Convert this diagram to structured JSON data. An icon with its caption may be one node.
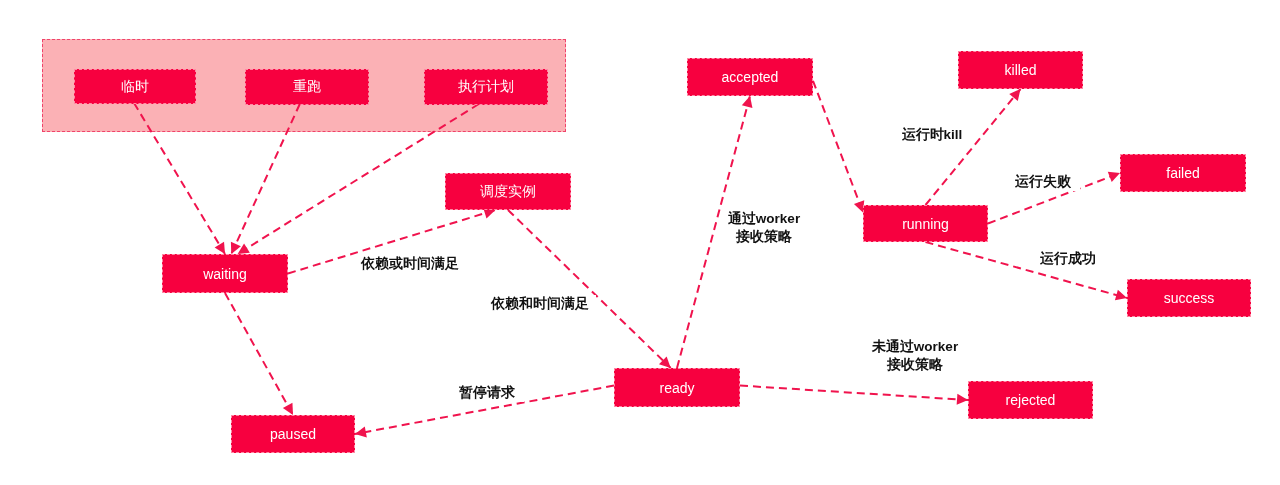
{
  "diagram": {
    "nodes": [
      {
        "text": [],
        "shape": "box"
      },
      {
        "text": [
          "临时"
        ],
        "in": 0
      },
      {
        "text": [
          "重跑"
        ],
        "in": 0
      },
      {
        "text": [
          "执行计划"
        ],
        "in": 0
      },
      {
        "text": [
          "调度实例"
        ]
      },
      {
        "text": [
          "waiting"
        ]
      },
      {
        "text": [
          "accepted"
        ]
      },
      {
        "text": [
          "killed"
        ]
      },
      {
        "text": [
          "failed"
        ]
      },
      {
        "text": [
          "running"
        ]
      },
      {
        "text": [
          "success"
        ]
      },
      {
        "text": [
          "ready"
        ]
      },
      {
        "text": [
          "paused"
        ]
      },
      {
        "text": [
          "rejected"
        ]
      }
    ],
    "edges": [
      {
        "from": 1,
        "to": 5,
        "arrow": "to"
      },
      {
        "from": 2,
        "to": 5,
        "arrow": "to"
      },
      {
        "from": 3,
        "to": 5,
        "arrow": "to"
      },
      {
        "from": 5,
        "to": 4,
        "arrow": "to",
        "label": "依赖或时间满足"
      },
      {
        "from": 4,
        "to": 11,
        "arrow": "to",
        "label": "依赖和时间满足"
      },
      {
        "from": 11,
        "to": 6,
        "arrow": "to",
        "label": "通过worker接收策略"
      },
      {
        "from": 6,
        "to": 9,
        "arrow": "to"
      },
      {
        "from": 9,
        "to": 7,
        "arrow": "to",
        "label": "运行时kill"
      },
      {
        "from": 9,
        "to": 8,
        "arrow": "to",
        "label": "运行失败"
      },
      {
        "from": 9,
        "to": 10,
        "arrow": "to",
        "label": "运行成功"
      },
      {
        "from": 11,
        "to": 12,
        "arrow": "to",
        "label": "暂停请求"
      },
      {
        "from": 5,
        "to": 12,
        "arrow": "to"
      },
      {
        "from": 11,
        "to": 13,
        "arrow": "to",
        "label": "未通过worker接收策略"
      }
    ]
  }
}
